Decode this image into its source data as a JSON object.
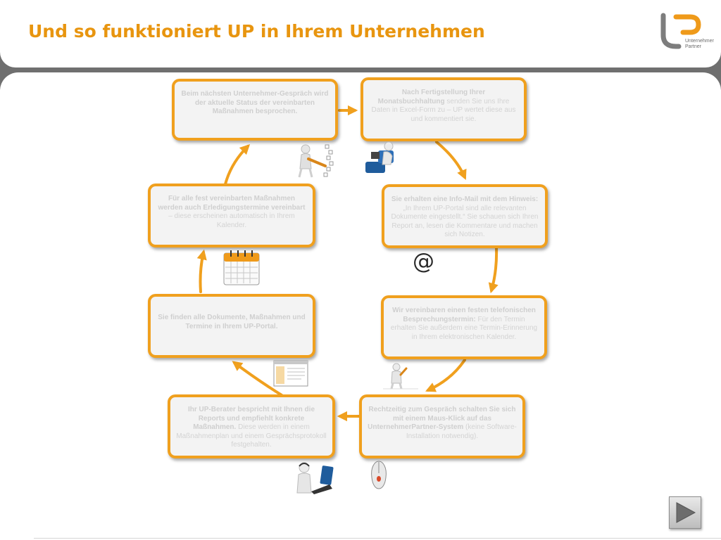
{
  "header": {
    "title": "Und so funktioniert UP in Ihrem Unternehmen",
    "logo_lines": [
      "Unternehmer",
      "Partner"
    ]
  },
  "steps": [
    {
      "bold": "Beim nächsten Unternehmer-Gespräch wird der aktuelle Status der vereinbarten Maßnahmen besprochen.",
      "text": ""
    },
    {
      "bold": "Nach Fertigstellung Ihrer Monatsbuchhaltung",
      "text": " senden Sie uns Ihre Daten in Excel-Form zu – UP wertet diese aus und kommentiert sie."
    },
    {
      "bold": "Sie erhalten eine Info-Mail mit dem Hinweis:",
      "text": " „In Ihrem UP-Portal sind alle relevanten Dokumente eingestellt.“ Sie schauen sich Ihren Report an, lesen die Kommentare und machen sich Notizen."
    },
    {
      "bold": "Wir vereinbaren einen festen telefonischen Besprechungstermin:",
      "text": " Für den Termin erhalten Sie außerdem eine Termin-Erinnerung in Ihrem elektronischen Kalender."
    },
    {
      "bold": "Rechtzeitig zum Gespräch schalten Sie sich mit einem Maus-Klick auf das UnternehmerPartner-System",
      "text": " (keine Software-Installation notwendig)."
    },
    {
      "bold": "Ihr UP-Berater bespricht mit Ihnen die Reports und empfiehlt konkrete Maßnahmen.",
      "text": " Diese werden in einem Maßnahmenplan und einem Gesprächsprotokoll festgehalten."
    },
    {
      "bold": "Sie finden alle Dokumente, Maßnahmen und Termine in Ihrem UP-Portal.",
      "text": ""
    },
    {
      "bold": "Für alle fest vereinbarten Maßnahmen werden auch Erledigungstermine vereinbart",
      "text": " – diese erscheinen automatisch in Ihrem Kalender."
    }
  ],
  "email_symbol": "@",
  "colors": {
    "title": "#e8950f",
    "box_border": "#f0a01e",
    "arrow": "#f0a01e",
    "background": "#6f6f6f"
  }
}
